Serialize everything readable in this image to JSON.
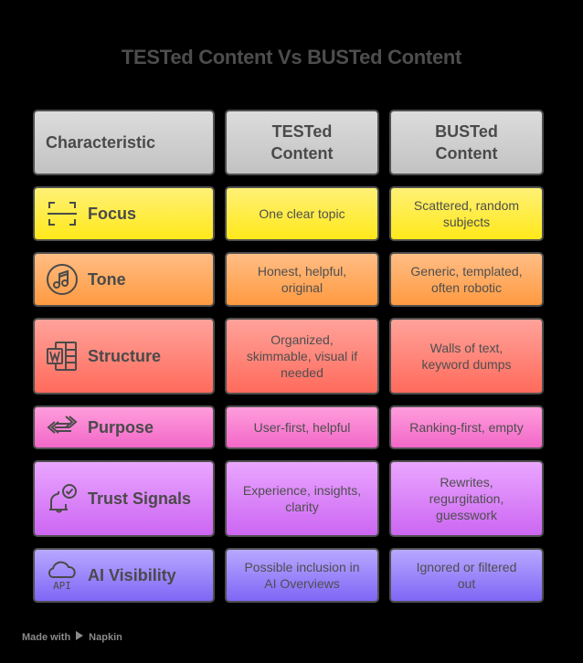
{
  "title": "TESTed Content Vs BUSTed Content",
  "header": {
    "characteristic": "Characteristic",
    "tested": "TESTed\nContent",
    "busted": "BUSTed\nContent"
  },
  "rows": [
    {
      "label": "Focus",
      "icon": "focus-frame-icon",
      "tested": "One clear topic",
      "busted": "Scattered, random\nsubjects",
      "color_top": "#fff176",
      "color_bottom": "#ffe81a"
    },
    {
      "label": "Tone",
      "icon": "music-note-icon",
      "tested": "Honest, helpful,\noriginal",
      "busted": "Generic, templated,\noften robotic",
      "color_top": "#ffbd85",
      "color_bottom": "#ff9a40"
    },
    {
      "label": "Structure",
      "icon": "word-document-icon",
      "tested": "Organized,\nskimmable, visual if\nneeded",
      "busted": "Walls of text,\nkeyword dumps",
      "color_top": "#ffa29a",
      "color_bottom": "#ff6b5c"
    },
    {
      "label": "Purpose",
      "icon": "arrows-exchange-icon",
      "tested": "User-first, helpful",
      "busted": "Ranking-first, empty",
      "color_top": "#ff9ddc",
      "color_bottom": "#f268c8"
    },
    {
      "label": "Trust Signals",
      "icon": "bell-check-icon",
      "tested": "Experience, insights,\nclarity",
      "busted": "Rewrites,\nregurgitation,\nguesswork",
      "color_top": "#eaa6ff",
      "color_bottom": "#cc66f2"
    },
    {
      "label": "AI Visibility",
      "icon": "cloud-api-icon",
      "tested": "Possible inclusion in\nAI Overviews",
      "busted": "Ignored or filtered\nout",
      "color_top": "#b8a8ff",
      "color_bottom": "#8066f5"
    }
  ],
  "colors": {
    "header_top": "#dcdcdc",
    "header_bottom": "#c2c2c2",
    "border": "#4f4f4f",
    "background": "#000000"
  },
  "footer": {
    "made_with": "Made with",
    "brand": "Napkin"
  }
}
